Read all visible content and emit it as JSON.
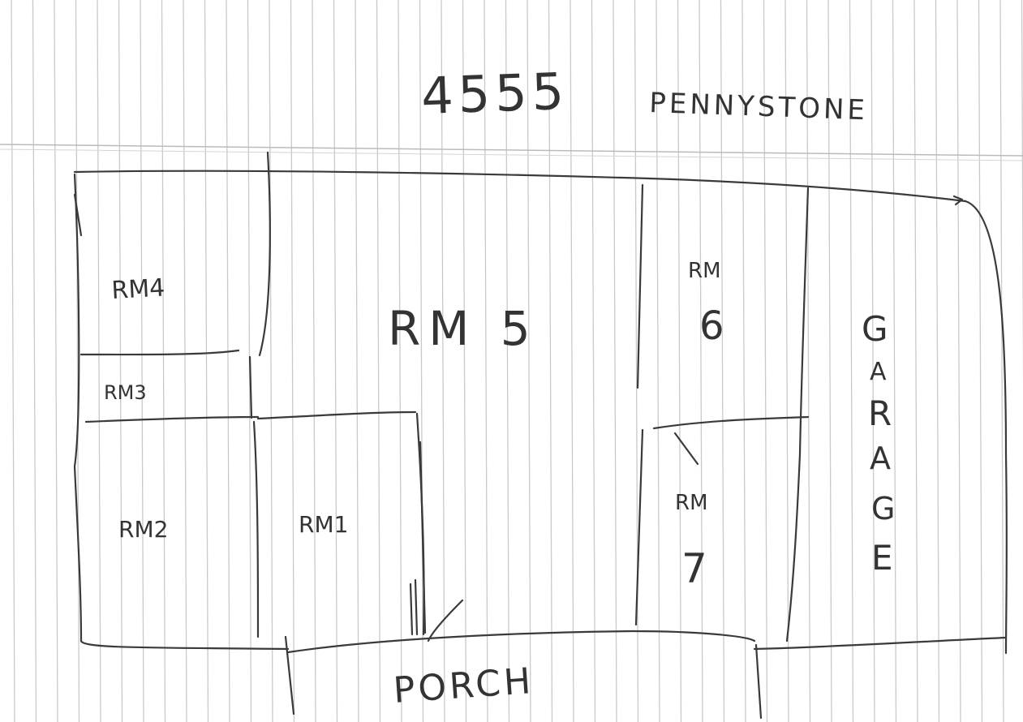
{
  "sheet": {
    "paper": "lined notebook paper",
    "ruling_color": "#c9c9c9",
    "ink_color": "#333333"
  },
  "title": {
    "number": "4555",
    "street": "PENNYSTONE"
  },
  "rooms": {
    "rm4": "RM4",
    "rm5": "RM 5",
    "rm6_prefix": "RM",
    "rm6_number": "6",
    "rm3": "RM3",
    "rm2": "RM2",
    "rm1": "RM1",
    "rm7_prefix": "RM",
    "rm7_number": "7",
    "garage_letters": [
      "G",
      "A",
      "R",
      "A",
      "G",
      "E"
    ],
    "porch": "PORCH"
  }
}
